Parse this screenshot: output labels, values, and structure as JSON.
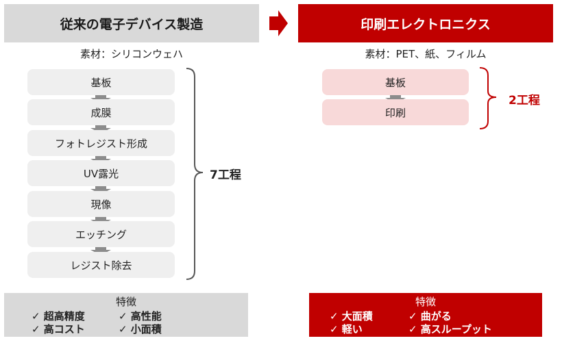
{
  "left": {
    "header": "従来の電子デバイス製造",
    "material": "素材：シリコンウェハ",
    "steps": [
      "基板",
      "成膜",
      "フォトレジスト形成",
      "UV露光",
      "現像",
      "エッチング",
      "レジスト除去"
    ],
    "count_label": "7工程",
    "features": {
      "title": "特徴",
      "items": [
        "✓ 超高精度",
        "✓ 高性能",
        "✓ 高コスト",
        "✓ 小面積"
      ]
    }
  },
  "right": {
    "header": "印刷エレクトロニクス",
    "material": "素材：PET、紙、フィルム",
    "steps": [
      "基板",
      "印刷"
    ],
    "count_label": "2工程",
    "features": {
      "title": "特徴",
      "items": [
        "✓ 大面積",
        "✓ 曲がる",
        "✓ 軽い",
        "✓ 高スループット"
      ]
    }
  },
  "colors": {
    "accent_red": "#c00000",
    "gray": "#d9d9d9",
    "step_gray": "#efefef",
    "step_pink": "#f8d9d9",
    "arrow": "#8c8c8c"
  }
}
